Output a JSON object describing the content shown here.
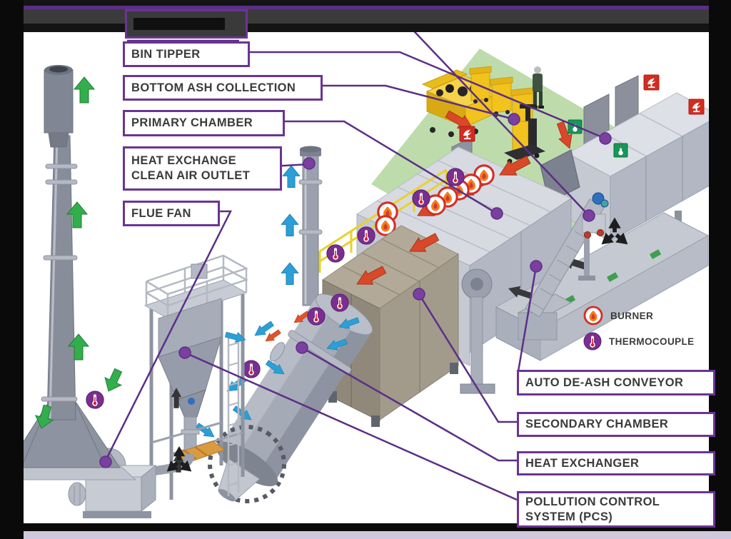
{
  "diagram_title_note": "incinerator plant process diagram",
  "labels": {
    "top_obscured": "",
    "top_obscured_is_redacted": true,
    "bin_tipper": "BIN TIPPER",
    "bottom_ash": "BOTTOM ASH COLLECTION",
    "primary_chamber": "PRIMARY CHAMBER",
    "heat_exchange_l1": "HEAT EXCHANGE",
    "heat_exchange_l2": "CLEAN AIR OUTLET",
    "flue_fan": "FLUE FAN",
    "auto_deash": "AUTO DE-ASH CONVEYOR",
    "secondary_chamber": "SECONDARY CHAMBER",
    "heat_exchanger": "HEAT EXCHANGER",
    "pcs_l1": "POLLUTION CONTROL",
    "pcs_l2": "SYSTEM (PCS)"
  },
  "legend": {
    "burner": "BURNER",
    "thermocouple": "THERMOCOUPLE"
  },
  "colors": {
    "callout_purple": "#5b2f86",
    "box_border_purple": "#6b3494",
    "dot_purple": "#7b3fa0",
    "label_text": "#3b3b3b",
    "burner_ring_red": "#d03028",
    "flame_orange": "#f47b20",
    "thermo_purple": "#7a2f90",
    "green_arrow": "#33ae4d",
    "blue_arrow": "#2b9fd6",
    "red_arrow": "#d9482a",
    "black_arrow": "#38383b",
    "floor_green": "#bedcab",
    "bin_yellow": "#f2c21d",
    "bottom_strip_lavender": "#cfc9db"
  }
}
